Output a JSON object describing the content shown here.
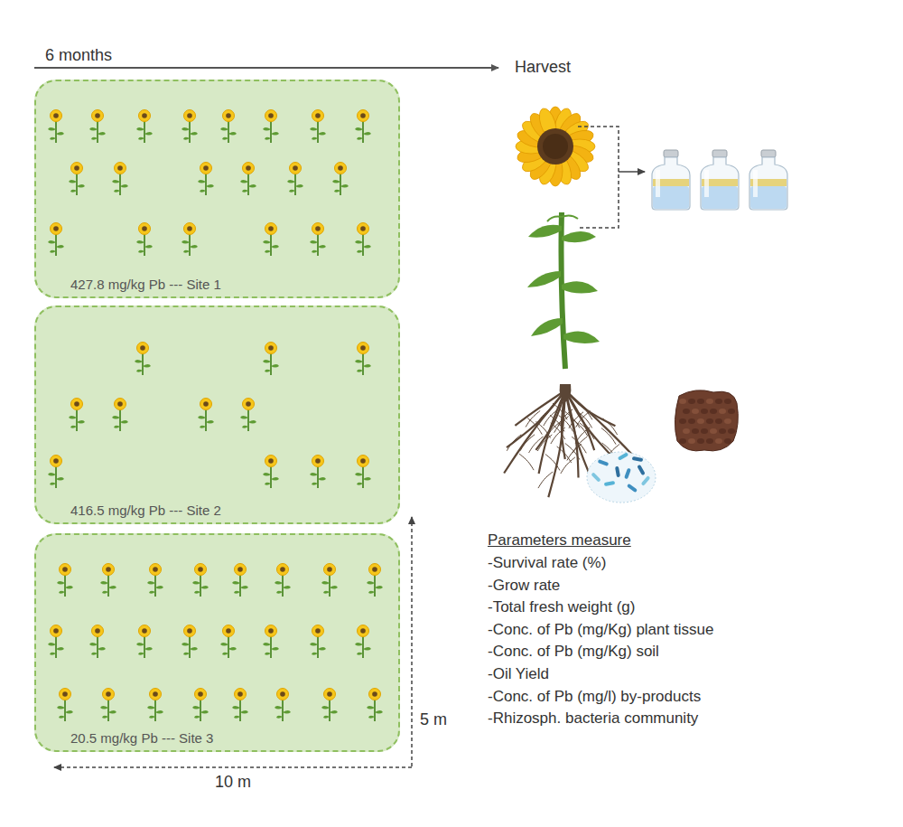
{
  "diagram": {
    "nodes": [
      {
        "text": [
          "427.8 mg/kg Pb --- Site 1"
        ]
      },
      {
        "text": [
          "416.5 mg/kg Pb --- Site 2"
        ]
      },
      {
        "text": [
          "20.5 mg/kg Pb --- Site 3"
        ]
      }
    ],
    "labels": [
      "6 months",
      "Harvest",
      "Parameters measure",
      "-Survival rate (%)",
      "-Grow rate",
      "-Total fresh weight (g)",
      "-Conc. of Pb (mg/Kg) plant tissue",
      "-Conc. of Pb (mg/Kg) soil",
      "-Oil Yield",
      "-Conc. of Pb (mg/l) by-products",
      "-Rhizosph. bacteria community",
      "5 m",
      "10 m"
    ]
  }
}
